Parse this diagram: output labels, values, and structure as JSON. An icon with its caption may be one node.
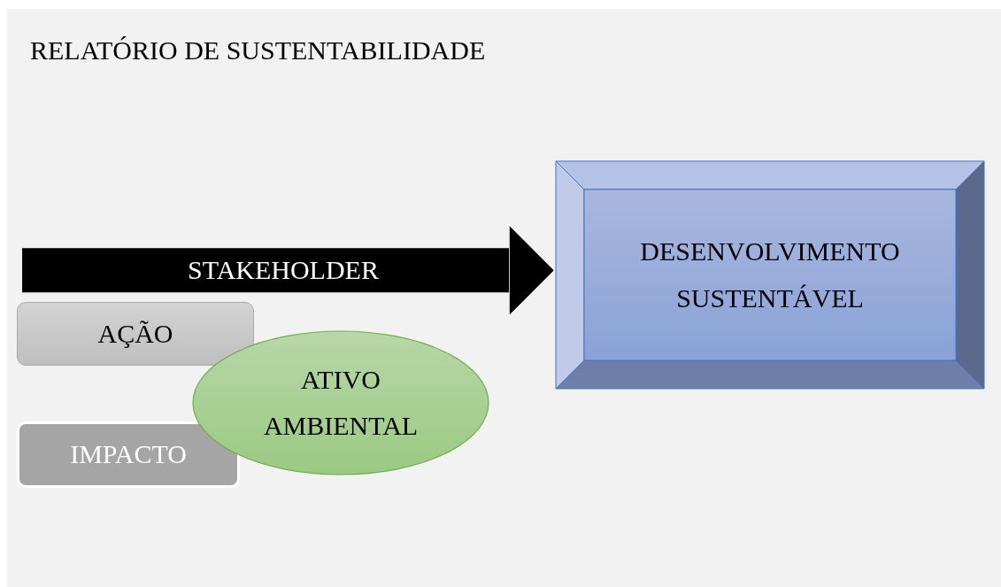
{
  "diagram": {
    "title": "RELATÓRIO DE SUSTENTABILIDADE",
    "nodes": [
      {
        "text": [
          "AÇÃO"
        ]
      },
      {
        "text": [
          "IMPACTO"
        ]
      },
      {
        "text": [
          "ATIVO AMBIENTAL"
        ]
      },
      {
        "text": [
          "DESENVOLVIMENTO SUSTENTÁVEL"
        ]
      }
    ],
    "edges": [
      {
        "from": null,
        "to": 3,
        "arrow": "to",
        "label": "STAKEHOLDER"
      }
    ]
  }
}
